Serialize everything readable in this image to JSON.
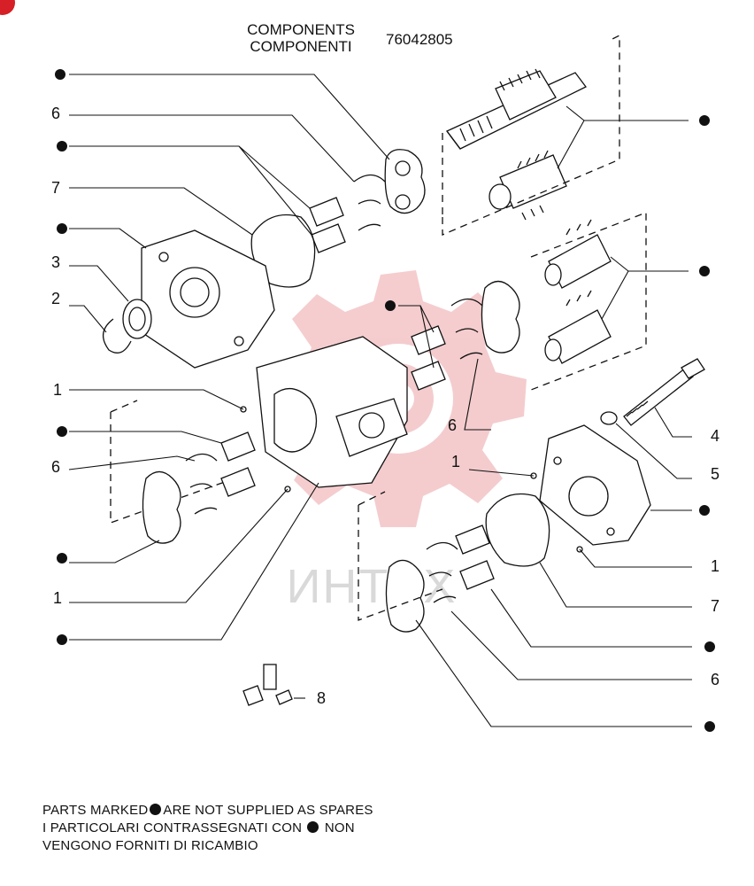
{
  "header": {
    "title_en": "COMPONENTS",
    "title_it": "COMPONENTI",
    "part_number": "76042805"
  },
  "callouts": {
    "1": "1",
    "2": "2",
    "3": "3",
    "4": "4",
    "5": "5",
    "6": "6",
    "7": "7",
    "8": "8"
  },
  "watermark": "ИНТЕХ",
  "footer": {
    "line1_pre": "PARTS MARKED",
    "line1_post": "ARE NOT SUPPLIED AS SPARES",
    "line2_pre": "I  PARTICOLARI  CONTRASSEGNATI  CON",
    "line2_post": "NON",
    "line3": "VENGONO FORNITI DI RICAMBIO"
  },
  "colors": {
    "ink": "#111111",
    "watermark": "#f3c4c6",
    "corner_badge": "#d61f26"
  }
}
